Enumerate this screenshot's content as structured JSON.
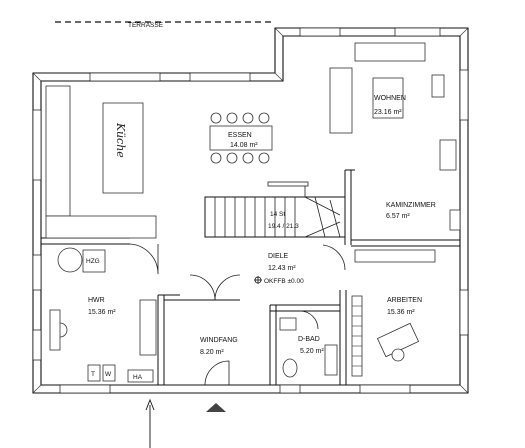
{
  "plan": {
    "terrace_label": "TERRASSE",
    "kitchen_script": "Küche",
    "rooms": [
      {
        "id": "essen",
        "name": "ESSEN",
        "area": "14.08 m²"
      },
      {
        "id": "wohnen",
        "name": "WOHNEN",
        "area": "23.16 m²"
      },
      {
        "id": "kaminzimmer",
        "name": "KAMINZIMMER",
        "area": "6.57 m²"
      },
      {
        "id": "diele",
        "name": "DIELE",
        "area": "12.43 m²"
      },
      {
        "id": "hwr",
        "name": "HWR",
        "area": "15.36 m²"
      },
      {
        "id": "windfang",
        "name": "WINDFANG",
        "area": "8.20 m²"
      },
      {
        "id": "dbad",
        "name": "D-BAD",
        "area": "5.20 m²"
      },
      {
        "id": "arbeiten",
        "name": "ARBEITEN",
        "area": "15.36 m²"
      }
    ],
    "floor_level": "OKFFB ±0.00",
    "stair": {
      "steps": "14 St",
      "ratio": "19.4 / 21.3"
    },
    "fixtures": {
      "hzg": "HZG",
      "t": "T",
      "w": "W",
      "ha": "HA"
    }
  }
}
